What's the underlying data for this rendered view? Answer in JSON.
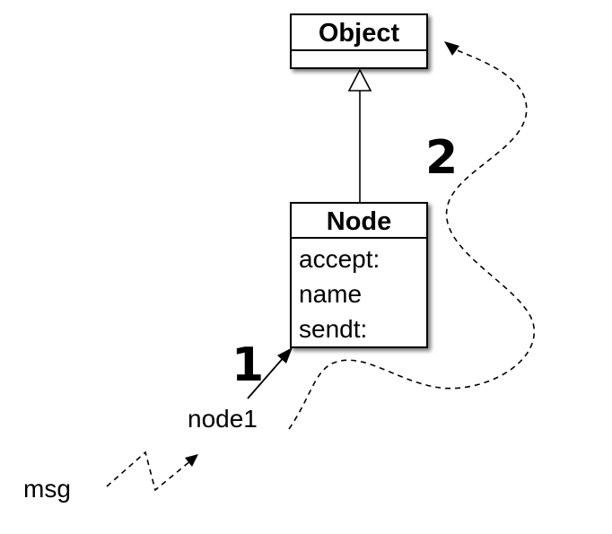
{
  "diagram": {
    "object_class": {
      "name": "Object",
      "members": []
    },
    "node_class": {
      "name": "Node",
      "members": [
        "accept:",
        "name",
        "sendt:"
      ]
    },
    "instance_label": "node1",
    "message_label": "msg",
    "steps": {
      "first": "1",
      "second": "2"
    }
  }
}
